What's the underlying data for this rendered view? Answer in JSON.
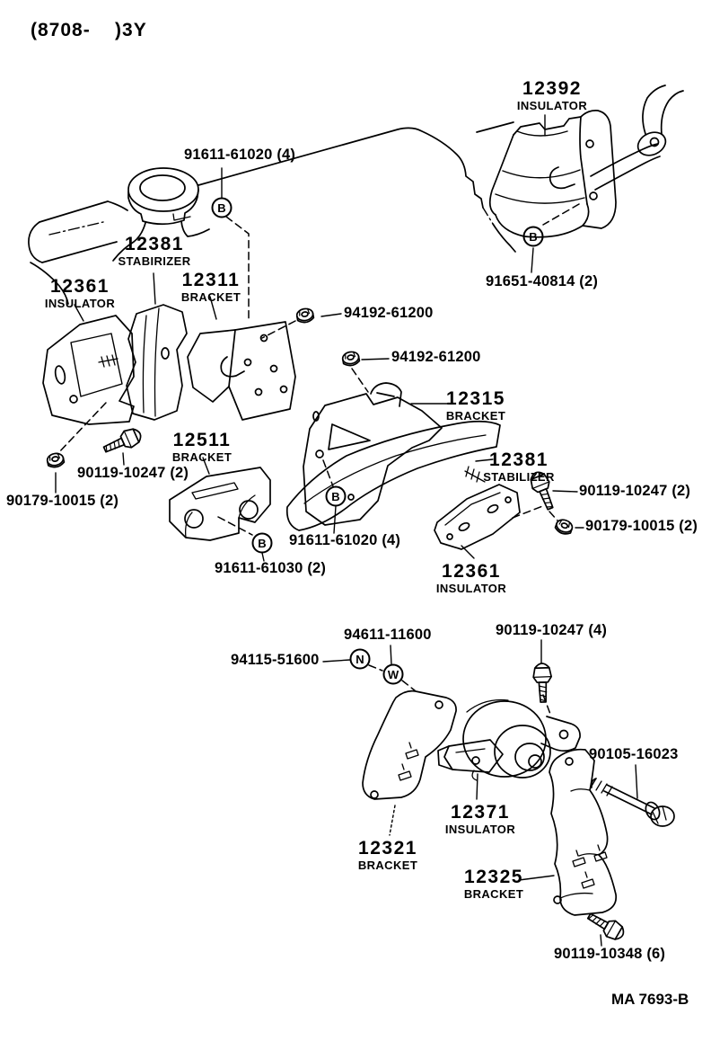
{
  "page": {
    "header": "(8708-    )3Y",
    "figure_code": "MA 7693-B"
  },
  "markers": {
    "b": "B",
    "n": "N",
    "w": "W"
  },
  "callouts": {
    "insulator_12392": {
      "num": "12392",
      "sub": "INSULATOR"
    },
    "bolt_91611_61020_top": {
      "text": "91611-61020 (4)"
    },
    "bolt_91651_40814": {
      "text": "91651-40814 (2)"
    },
    "stabilizer_12381_left": {
      "num": "12381",
      "sub": "STABIRIZER"
    },
    "bracket_12311": {
      "num": "12311",
      "sub": "BRACKET"
    },
    "insulator_12361_left": {
      "num": "12361",
      "sub": "INSULATOR"
    },
    "nut_94192_61200_a": {
      "text": "94192-61200"
    },
    "nut_94192_61200_b": {
      "text": "94192-61200"
    },
    "bracket_12315": {
      "num": "12315",
      "sub": "BRACKET"
    },
    "bracket_12511": {
      "num": "12511",
      "sub": "BRACKET"
    },
    "bolt_90119_10247_left": {
      "text": "90119-10247 (2)"
    },
    "nut_90179_10015_left": {
      "text": "90179-10015 (2)"
    },
    "stabilizer_12381_right": {
      "num": "12381",
      "sub": "STABILIZER"
    },
    "bolt_90119_10247_right": {
      "text": "90119-10247 (2)"
    },
    "nut_90179_10015_right": {
      "text": "90179-10015 (2)"
    },
    "bolt_91611_61020_mid": {
      "text": "91611-61020 (4)"
    },
    "bolt_91611_61030": {
      "text": "91611-61030 (2)"
    },
    "insulator_12361_mid": {
      "num": "12361",
      "sub": "INSULATOR"
    },
    "nut_94611_11600": {
      "text": "94611-11600"
    },
    "washer_94115_51600": {
      "text": "94115-51600"
    },
    "bolt_90119_10247_4": {
      "text": "90119-10247 (4)"
    },
    "bolt_90105_16023": {
      "text": "90105-16023"
    },
    "insulator_12371": {
      "num": "12371",
      "sub": "INSULATOR"
    },
    "bracket_12321": {
      "num": "12321",
      "sub": "BRACKET"
    },
    "bracket_12325": {
      "num": "12325",
      "sub": "BRACKET"
    },
    "bolt_90119_10348": {
      "text": "90119-10348 (6)"
    }
  }
}
